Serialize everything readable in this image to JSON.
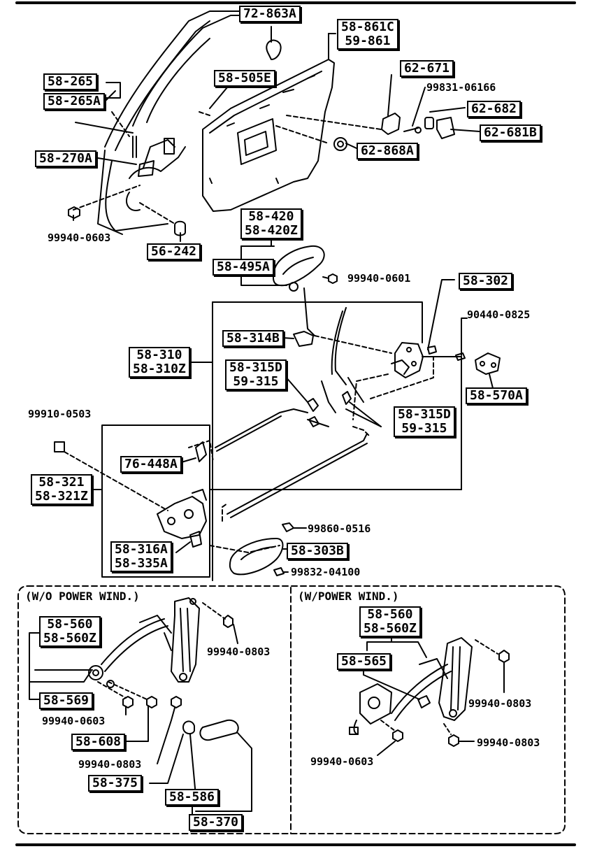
{
  "labels": {
    "p72_863A": "72-863A",
    "p58_861C": "58-861C",
    "p59_861": "59-861",
    "p58_265": "58-265",
    "p58_265A": "58-265A",
    "p58_505E": "58-505E",
    "p62_671": "62-671",
    "p99831": "99831-06166",
    "p62_682": "62-682",
    "p62_681B": "62-681B",
    "p62_868A": "62-868A",
    "p58_270A": "58-270A",
    "p99940_0603_a": "99940-0603",
    "p56_242": "56-242",
    "p58_420": "58-420",
    "p58_420Z": "58-420Z",
    "p58_495A": "58-495A",
    "p99940_0601": "99940-0601",
    "p58_302": "58-302",
    "p90440": "90440-0825",
    "p58_314B": "58-314B",
    "p58_310": "58-310",
    "p58_310Z": "58-310Z",
    "p58_315D_a": "58-315D",
    "p59_315_a": "59-315",
    "p58_570A": "58-570A",
    "p99910": "99910-0503",
    "p58_315D_b": "58-315D",
    "p59_315_b": "59-315",
    "p76_448A": "76-448A",
    "p58_321": "58-321",
    "p58_321Z": "58-321Z",
    "p99860": "99860-0516",
    "p58_316A": "58-316A",
    "p58_335A": "58-335A",
    "p58_303B": "58-303B",
    "p99832": "99832-04100",
    "hdr_wo": "(W/O POWER WIND.)",
    "hdr_w": "(W/POWER WIND.)",
    "p58_560_a": "58-560",
    "p58_560Z_a": "58-560Z",
    "p99940_0803_a": "99940-0803",
    "p58_569": "58-569",
    "p99940_0603_b": "99940-0603",
    "p58_608": "58-608",
    "p99940_0803_b": "99940-0803",
    "p58_375": "58-375",
    "p58_586": "58-586",
    "p58_370": "58-370",
    "p58_560_b": "58-560",
    "p58_560Z_b": "58-560Z",
    "p58_565": "58-565",
    "p99940_0803_c": "99940-0803",
    "p99940_0803_d": "99940-0803",
    "p99940_0603_c": "99940-0603"
  }
}
